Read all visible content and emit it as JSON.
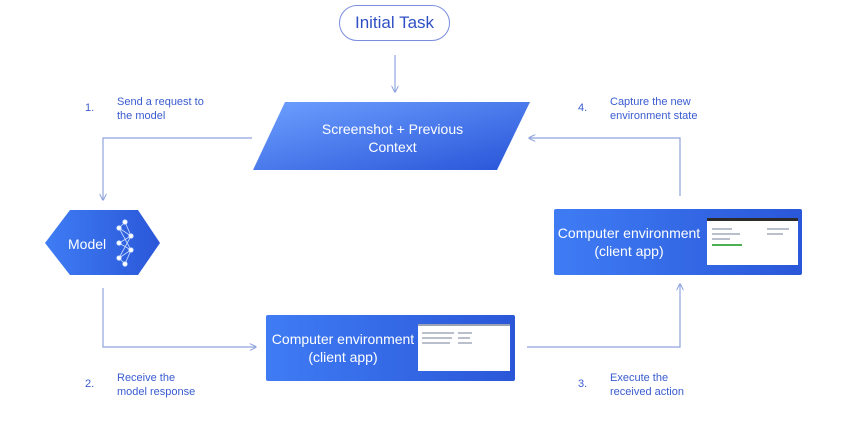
{
  "nodes": {
    "initial_task": "Initial Task",
    "screenshot": "Screenshot + Previous Context",
    "model": "Model",
    "env_right": "Computer environment (client app)",
    "env_bottom": "Computer environment (client app)"
  },
  "steps": [
    {
      "num": "1.",
      "text": "Send a request to the model"
    },
    {
      "num": "2.",
      "text": "Receive the model response"
    },
    {
      "num": "3.",
      "text": "Execute the received action"
    },
    {
      "num": "4.",
      "text": "Capture the new environment state"
    }
  ],
  "colors": {
    "accent": "#3a5bd0",
    "arrow": "#8fa5de",
    "node_start": "#3f78f2",
    "node_end": "#2b57d6"
  },
  "icons": {
    "model": "neural-network-icon"
  }
}
